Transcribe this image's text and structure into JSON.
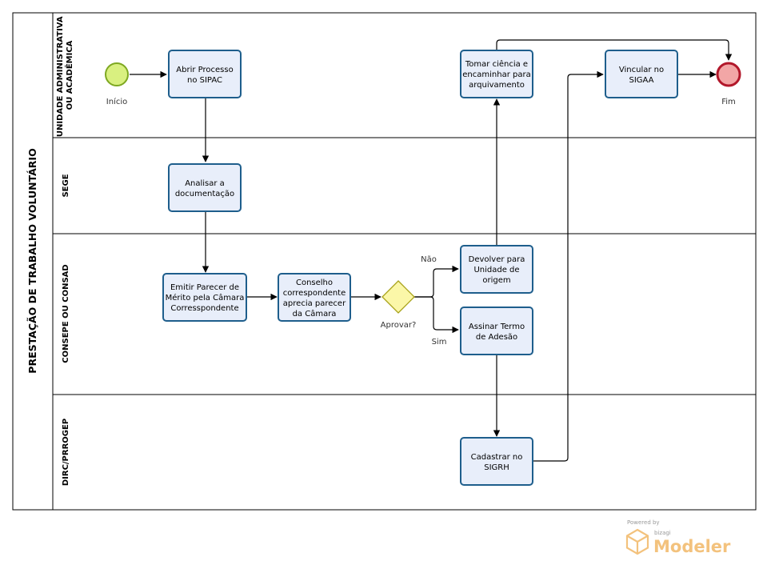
{
  "pool": {
    "title": "PRESTAÇÃO DE TRABALHO VOLUNTÁRIO"
  },
  "lanes": [
    {
      "lines": [
        "UNIDADE ADMINISTRATIVA",
        "OU ACADÊMICA"
      ]
    },
    {
      "lines": [
        "SEGE"
      ]
    },
    {
      "lines": [
        "CONSEPE OU CONSAD"
      ]
    },
    {
      "lines": [
        "DIRC/PRROGEP"
      ]
    }
  ],
  "events": {
    "start": {
      "label": "Início",
      "color": "#d9f080",
      "stroke": "#7ea821"
    },
    "end": {
      "label": "Fim",
      "color": "#f2a6a6",
      "stroke": "#b2182b"
    }
  },
  "tasks": {
    "abrir": {
      "lines": [
        "Abrir Processo",
        "no SIPAC"
      ]
    },
    "analisar": {
      "lines": [
        "Analisar a",
        "documentação"
      ]
    },
    "emitir": {
      "lines": [
        "Emitir Parecer de",
        "Mérito pela Câmara",
        "Corresspondente"
      ]
    },
    "conselho": {
      "lines": [
        "Conselho",
        "correspondente",
        "aprecia parecer",
        "da Câmara"
      ]
    },
    "devolver": {
      "lines": [
        "Devolver para",
        "Unidade de",
        "origem"
      ]
    },
    "assinar": {
      "lines": [
        "Assinar Termo",
        "de Adesão"
      ]
    },
    "tomar": {
      "lines": [
        "Tomar ciência e",
        "encaminhar para",
        "arquivamento"
      ]
    },
    "cadastrar": {
      "lines": [
        "Cadastrar no",
        "SIGRH"
      ]
    },
    "vincular": {
      "lines": [
        "Vincular no",
        "SIGAA"
      ]
    }
  },
  "gateway": {
    "label": "Aprovar?",
    "color": "#fbf7a8",
    "stroke": "#a8a21a"
  },
  "flow_labels": {
    "nao": "Não",
    "sim": "Sim"
  },
  "branding": {
    "powered": "Powered by",
    "company": "bizagi",
    "product": "Modeler",
    "color": "#f3c27d"
  }
}
